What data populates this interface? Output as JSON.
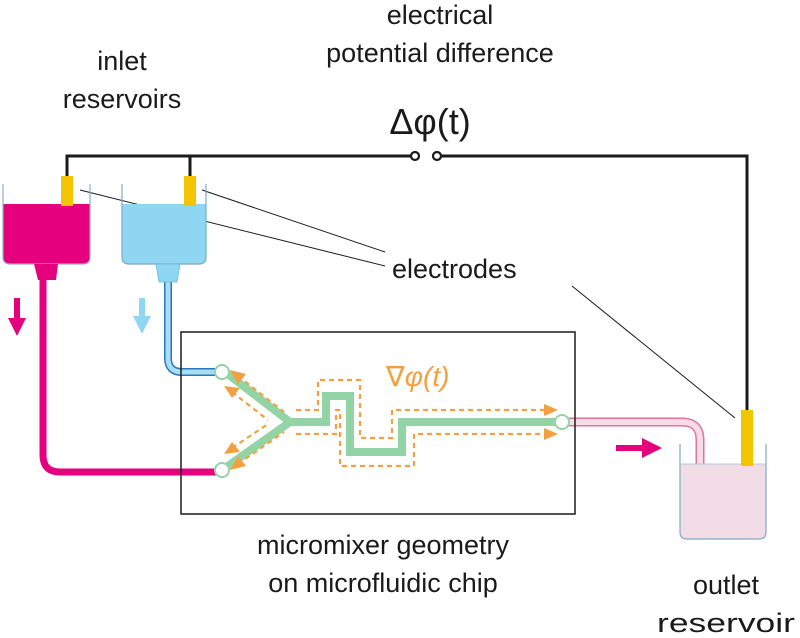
{
  "labels": {
    "potential_line1": "electrical",
    "potential_line2": "potential difference",
    "inlet_line1": "inlet",
    "inlet_line2": "reservoirs",
    "delta_phi": "Δφ(t)",
    "electrodes": "electrodes",
    "grad_phi": "∇φ(t)",
    "chip_line1": "micromixer geometry",
    "chip_line2": "on microfluidic chip",
    "outlet_line1": "outlet",
    "outlet_line2": "reservoir"
  },
  "colors": {
    "magenta_fluid": "#e5007e",
    "blue_fluid": "#8fd6f2",
    "blue_tube": "#5fb8e4",
    "electrode_yellow": "#f5c400",
    "channel_green": "#93d4a6",
    "field_orange": "#f5a040",
    "outlet_fluid": "#f2dde6",
    "outlet_tube": "#f2c4d4",
    "wire": "#1a1a1a",
    "outline": "#7fa8c8"
  }
}
